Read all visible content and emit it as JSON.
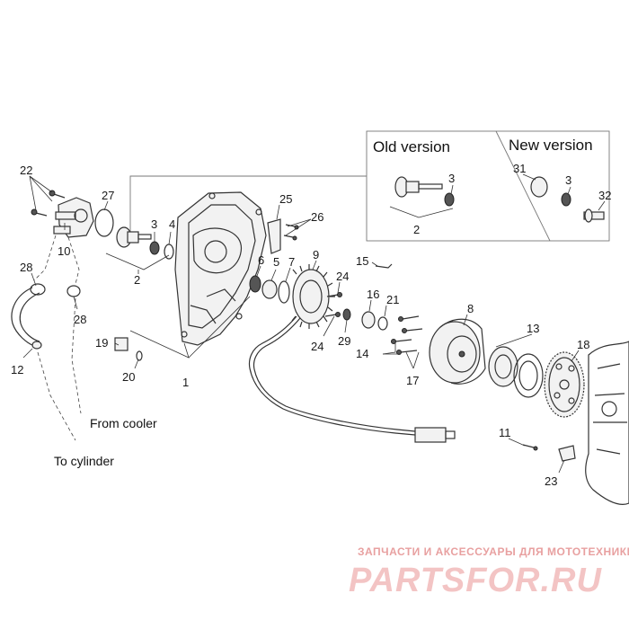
{
  "version_box": {
    "old_version_label": "Old version",
    "new_version_label": "New version"
  },
  "notes": {
    "from_cooler": "From cooler",
    "to_cylinder": "To cylinder"
  },
  "part_labels": {
    "p1": "1",
    "p2a": "2",
    "p2b": "2",
    "p3a": "3",
    "p3b": "3",
    "p3c": "3",
    "p4": "4",
    "p5": "5",
    "p6": "6",
    "p7": "7",
    "p8": "8",
    "p9": "9",
    "p10": "10",
    "p11": "11",
    "p12": "12",
    "p13": "13",
    "p14": "14",
    "p15": "15",
    "p16": "16",
    "p17": "17",
    "p18": "18",
    "p19": "19",
    "p20": "20",
    "p21": "21",
    "p22": "22",
    "p23": "23",
    "p24a": "24",
    "p24b": "24",
    "p25": "25",
    "p26": "26",
    "p27": "27",
    "p28a": "28",
    "p28b": "28",
    "p29": "29",
    "p31": "31",
    "p32": "32"
  },
  "watermark": {
    "tagline": "ЗАПЧАСТИ И АКСЕССУАРЫ ДЛЯ МОТОТЕХНИКИ",
    "logo": "PARTSFOR.RU"
  }
}
